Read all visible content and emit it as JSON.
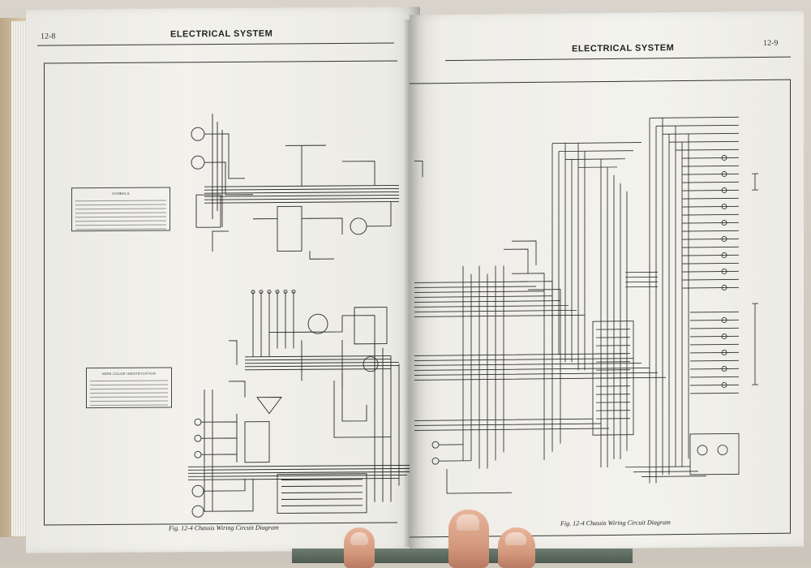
{
  "left_page": {
    "page_number": "12-8",
    "header": "ELECTRICAL SYSTEM",
    "caption": "Fig. 12-4 Chassis Wiring Circuit Diagram",
    "legend_top": {
      "title": "SYMBOLS"
    },
    "legend_bottom": {
      "title": "WIRE COLOR IDENTIFICATION"
    }
  },
  "right_page": {
    "page_number": "12-9",
    "header": "ELECTRICAL SYSTEM",
    "caption": "Fig. 12-4 Chassis Wiring Circuit Diagram"
  },
  "colors": {
    "paper": "#f1f0eb",
    "ink": "#2a2a2a",
    "manila_cover": "#d2bf9f",
    "skin": "#d49a7f"
  }
}
